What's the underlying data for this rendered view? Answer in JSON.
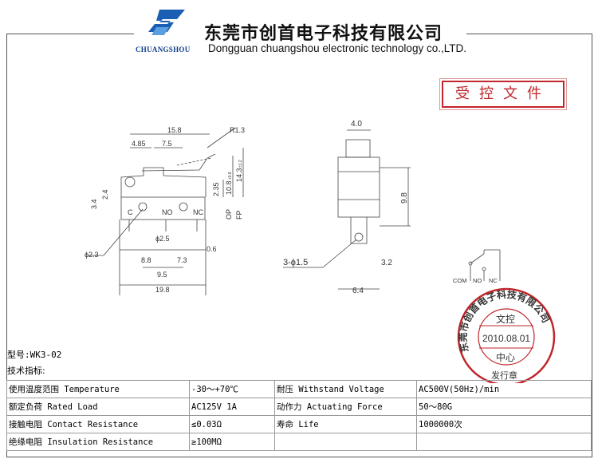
{
  "header": {
    "brand": "CHUANGSHOU",
    "company_cn": "东莞市创首电子科技有限公司",
    "company_en": "Dongguan chuangshou electronic technology co.,LTD."
  },
  "stamp_box": "受控文件",
  "drawing": {
    "front": {
      "d15_8": "15.8",
      "r1_3": "R1.3",
      "d4_85": "4.85",
      "d7_5": "7.5",
      "d2_35": "2.35",
      "d10_8": "10.8",
      "tol10_8": "±0.8",
      "d14_3": "14.3",
      "tol14_3": "±1.2",
      "op": "OP",
      "fp": "FP",
      "d2_4": "2.4",
      "d3_4": "3.4",
      "c": "C",
      "no": "NO",
      "nc": "NC",
      "phi2_5": "ϕ2.5",
      "phi2_3": "ϕ2.3",
      "d0_6": "0.6",
      "d8_8": "8.8",
      "d7_3": "7.3",
      "d9_5": "9.5",
      "d19_8": "19.8"
    },
    "side": {
      "d4_0": "4.0",
      "d9_8": "9.8",
      "holes": "3-ϕ1.5",
      "d3_2": "3.2",
      "d6_4": "6.4"
    },
    "schematic": {
      "com": "COM",
      "no": "NO",
      "nc": "NC"
    }
  },
  "seal": {
    "ring": "东莞市创首电子科技有限公司",
    "top": "文控",
    "date": "2010.08.01",
    "bottom": "中心",
    "footer": "发行章"
  },
  "model": "型号:WK3-02",
  "spec_heading": "技术指标:",
  "specs": [
    [
      "使用温度范围 Temperature",
      "-30～+70℃",
      "耐压 Withstand Voltage",
      "AC500V(50Hz)/min"
    ],
    [
      "额定负荷 Rated Load",
      "AC125V 1A",
      "动作力 Actuating Force",
      "50～80G"
    ],
    [
      "接触电阻 Contact Resistance",
      "≤0.03Ω",
      "寿命 Life",
      "1000000次"
    ],
    [
      "绝缘电阻 Insulation Resistance",
      "≥100MΩ",
      "",
      ""
    ]
  ],
  "colors": {
    "brand": "#1a5fb4",
    "stamp": "#c0262b"
  }
}
